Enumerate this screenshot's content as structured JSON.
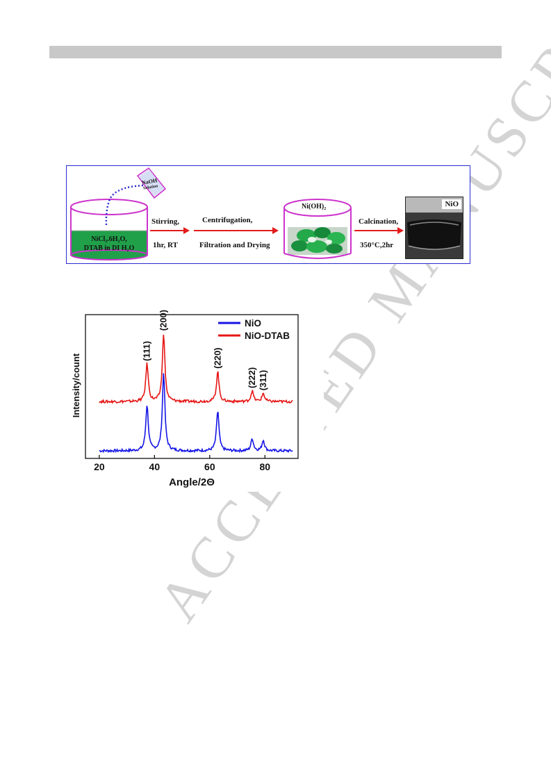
{
  "scheme": {
    "naoh_line1": "NaOH",
    "naoh_line2": "Solution",
    "beaker1_line1": "NiCl₂.6H₂O,",
    "beaker1_line2": "DTAB in DI H₂O",
    "step1_top": "Stirring,",
    "step1_bottom": "1hr, RT",
    "step2_top": "Centrifugation,",
    "step2_bottom": "Filtration and Drying",
    "intermediate": "Ni(OH)₂",
    "step3_top": "Calcination,",
    "step3_bottom": "350°C,2hr",
    "product": "NiO",
    "colors": {
      "border": "#2a2ad0",
      "beaker": "#cc33cc",
      "solution": "#21a04a",
      "arrow": "#e21b1b"
    }
  },
  "watermark": "ACCEPTED MANUSCRIPT",
  "chart_data": {
    "type": "line",
    "xlabel": "Angle/2Θ",
    "ylabel": "Intensity/count",
    "xlim": [
      15,
      92
    ],
    "xticks": [
      20,
      40,
      60,
      80
    ],
    "legend_position": "top-right",
    "series": [
      {
        "name": "NiO",
        "color": "#1515e6",
        "offset": 0,
        "baseline": 1.0,
        "peaks": [
          [
            37.3,
            6.0
          ],
          [
            43.3,
            10.3
          ],
          [
            62.9,
            5.3
          ],
          [
            75.4,
            1.6
          ],
          [
            79.4,
            1.4
          ]
        ]
      },
      {
        "name": "NiO-DTAB",
        "color": "#e61515",
        "offset": 6.5,
        "baseline": 1.0,
        "peaks": [
          [
            37.3,
            5.0
          ],
          [
            43.3,
            9.0
          ],
          [
            62.9,
            4.0
          ],
          [
            75.4,
            1.4
          ],
          [
            79.4,
            1.1
          ]
        ]
      }
    ],
    "peak_labels": [
      {
        "text": "(111)",
        "x": 37.3
      },
      {
        "text": "(200)",
        "x": 43.3
      },
      {
        "text": "(220)",
        "x": 62.9
      },
      {
        "text": "(222)",
        "x": 75.4
      },
      {
        "text": "(311)",
        "x": 79.4
      }
    ]
  }
}
